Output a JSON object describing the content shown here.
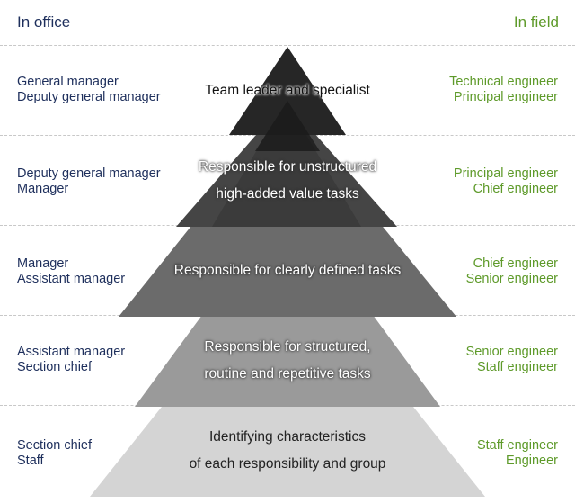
{
  "header": {
    "left": "In office",
    "right": "In field"
  },
  "levels": [
    {
      "office": [
        "General manager",
        "Deputy general manager"
      ],
      "field": [
        "Technical engineer",
        "Principal engineer"
      ],
      "task": [
        "Team leader and specialist"
      ]
    },
    {
      "office": [
        "Deputy general manager",
        "Manager"
      ],
      "field": [
        "Principal engineer",
        "Chief engineer"
      ],
      "task": [
        "Responsible for unstructured",
        "high-added value tasks"
      ]
    },
    {
      "office": [
        "Manager",
        "Assistant manager"
      ],
      "field": [
        "Chief engineer",
        "Senior engineer"
      ],
      "task": [
        "Responsible for clearly defined tasks"
      ]
    },
    {
      "office": [
        "Assistant manager",
        "Section chief"
      ],
      "field": [
        "Senior engineer",
        "Staff engineer"
      ],
      "task": [
        "Responsible for structured,",
        "routine and repetitive tasks"
      ]
    },
    {
      "office": [
        "Section chief",
        "Staff"
      ],
      "field": [
        "Staff engineer",
        "Engineer"
      ],
      "task": [
        "Identifying characteristics",
        "of each responsibility and group"
      ]
    }
  ],
  "colors": {
    "office_text": "#1e2f5c",
    "field_text": "#5e9a2a",
    "tier_fills": [
      "#262626",
      "#4a4a4a",
      "#6b6b6b",
      "#9a9a9a",
      "#d4d4d4"
    ]
  }
}
